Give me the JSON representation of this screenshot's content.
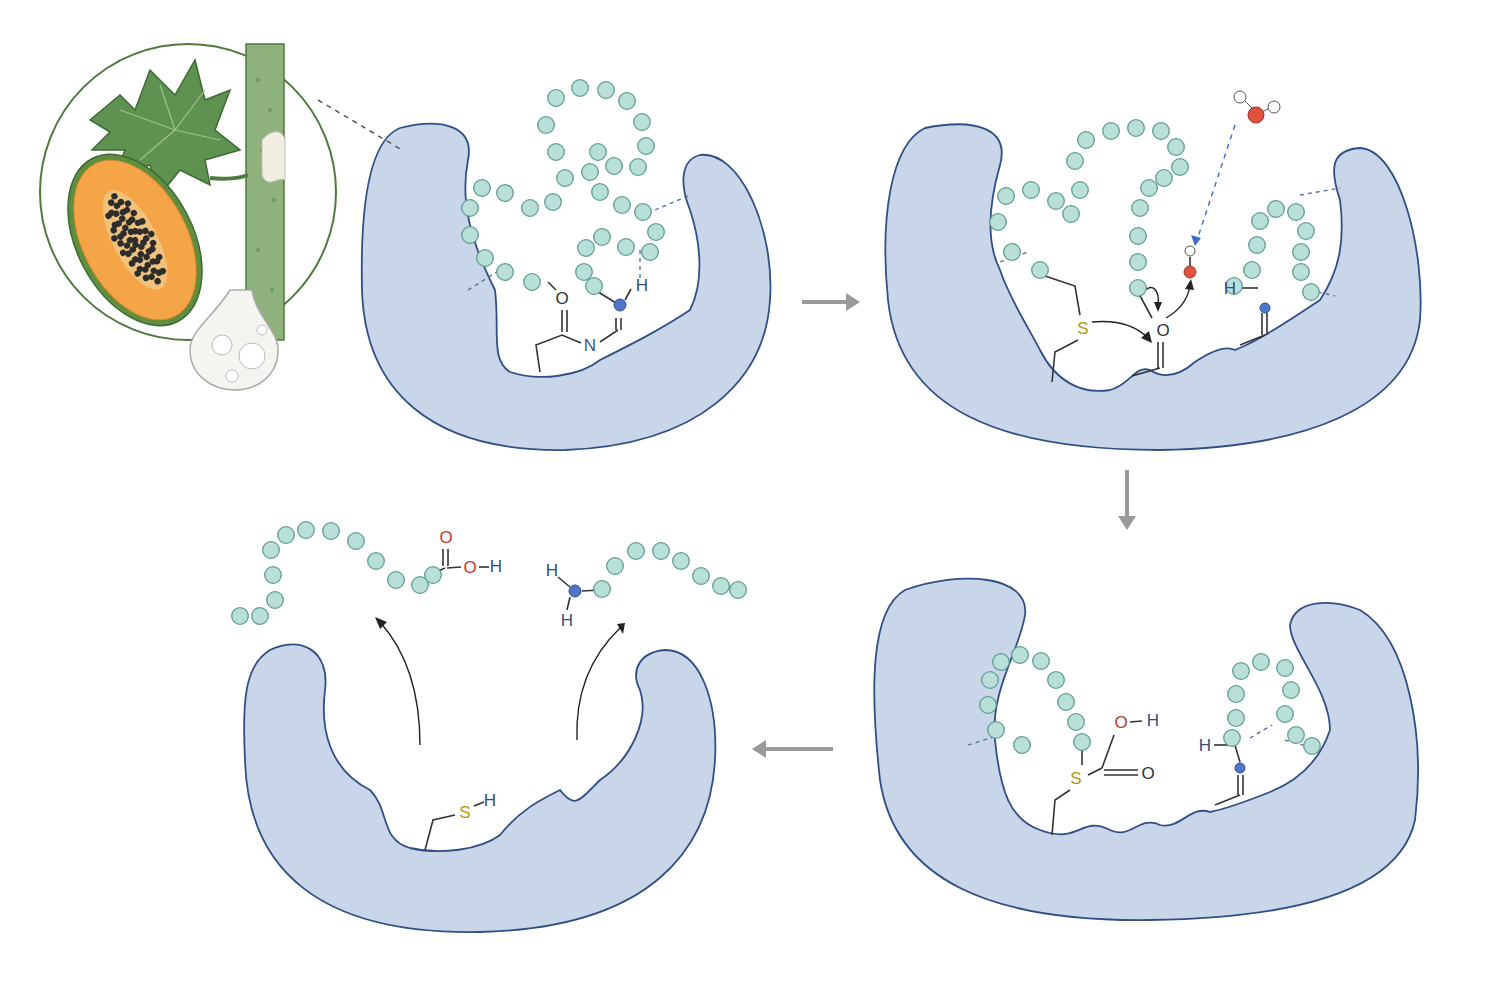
{
  "diagram": {
    "nodes": [
      {
        "text": [
          "O",
          "N",
          "H"
        ]
      },
      {
        "text": [
          "S",
          "O",
          "H"
        ]
      },
      {
        "text": [
          "O",
          "H",
          "S",
          "O",
          "H"
        ]
      },
      {
        "text": [
          "S",
          "H"
        ]
      }
    ],
    "edges": [
      {
        "from": 0,
        "to": 1,
        "arrow": "to"
      },
      {
        "from": 1,
        "to": 2,
        "arrow": "to"
      },
      {
        "from": 2,
        "to": 3,
        "arrow": "to"
      }
    ],
    "labels": [
      "O",
      "O",
      "H",
      "H",
      "H"
    ]
  }
}
